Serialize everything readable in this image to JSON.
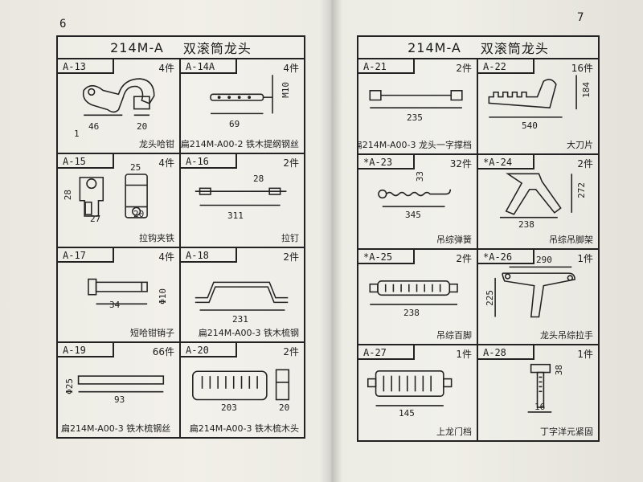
{
  "left_page": {
    "page_number": "6",
    "title_code": "214M-A",
    "title_name": "双滚筒龙头",
    "parts": [
      {
        "code": "A-13",
        "qty": "4件",
        "name": "龙头哈钳",
        "dims": [
          "46",
          "20",
          "1"
        ]
      },
      {
        "code": "A-14A",
        "qty": "4件",
        "name": "扁214M-A00-2 铁木提纲钢丝",
        "dims": [
          "69",
          "M10"
        ]
      },
      {
        "code": "A-15",
        "qty": "4件",
        "name": "拉钩夹铁",
        "dims": [
          "25",
          "28",
          "27",
          "20"
        ]
      },
      {
        "code": "A-16",
        "qty": "2件",
        "name": "拉钉",
        "dims": [
          "28",
          "311"
        ]
      },
      {
        "code": "A-17",
        "qty": "4件",
        "name": "短哈钳销子",
        "dims": [
          "34",
          "Φ10"
        ]
      },
      {
        "code": "A-18",
        "qty": "2件",
        "name": "扁214M-A00-3 铁木梳钢",
        "dims": [
          "231"
        ]
      },
      {
        "code": "A-19",
        "qty": "66件",
        "name": "扁214M-A00-3 铁木梳钢丝",
        "dims": [
          "93",
          "Φ25"
        ]
      },
      {
        "code": "A-20",
        "qty": "2件",
        "name": "扁214M-A00-3 铁木梳木头",
        "dims": [
          "203",
          "20"
        ]
      }
    ]
  },
  "right_page": {
    "page_number": "7",
    "title_code": "214M-A",
    "title_name": "双滚筒龙头",
    "parts": [
      {
        "code": "A-21",
        "qty": "2件",
        "name": "扁214M-A00-3 龙头一字撑档",
        "dims": [
          "235"
        ]
      },
      {
        "code": "A-22",
        "qty": "16件",
        "name": "大刀片",
        "dims": [
          "540",
          "184"
        ]
      },
      {
        "code": "*A-23",
        "qty": "32件",
        "name": "吊综弹簧",
        "dims": [
          "345",
          "33"
        ]
      },
      {
        "code": "*A-24",
        "qty": "2件",
        "name": "吊综吊脚架",
        "dims": [
          "238",
          "272"
        ]
      },
      {
        "code": "*A-25",
        "qty": "2件",
        "name": "吊综百脚",
        "dims": [
          "238"
        ]
      },
      {
        "code": "*A-26",
        "qty": "1件",
        "name": "龙头吊综拉手",
        "dims": [
          "290",
          "225"
        ]
      },
      {
        "code": "A-27",
        "qty": "1件",
        "name": "上龙门档",
        "dims": [
          "145"
        ]
      },
      {
        "code": "A-28",
        "qty": "1件",
        "name": "丁字洋元紧固",
        "dims": [
          "16",
          "38"
        ]
      }
    ]
  },
  "colors": {
    "ink": "#222222",
    "paper": "#efeee7"
  }
}
